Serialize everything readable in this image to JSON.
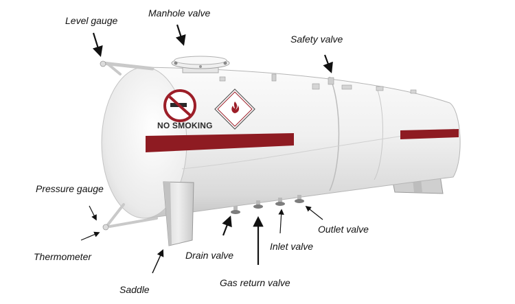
{
  "labels": {
    "level_gauge": "Level gauge",
    "manhole_valve": "Manhole valve",
    "safety_valve": "Safety valve",
    "pressure_gauge": "Pressure gauge",
    "thermometer": "Thermometer",
    "saddle": "Saddle",
    "drain_valve": "Drain valve",
    "gas_return_valve": "Gas return valve",
    "inlet_valve": "Inlet valve",
    "outlet_valve": "Outlet valve"
  },
  "tank": {
    "sign_text": "NO SMOKING",
    "stripe_color": "#8e1b22",
    "sign_color": "#9c1e28",
    "body_color": "#f2f2f2"
  }
}
